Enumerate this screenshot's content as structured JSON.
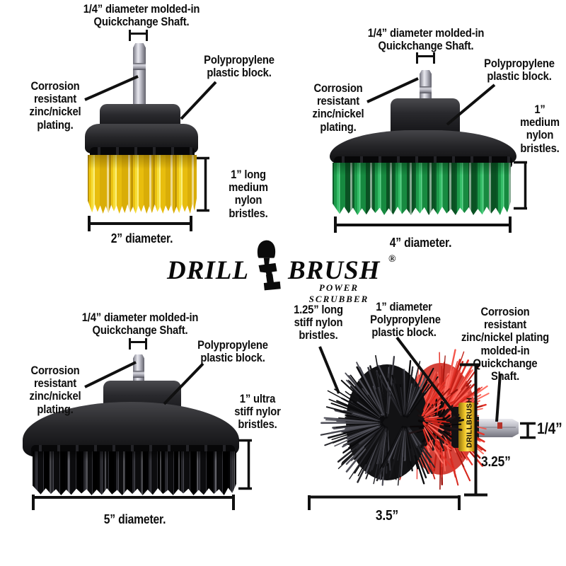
{
  "colors": {
    "background": "#ffffff",
    "text": "#0d0d0d",
    "line": "#101010",
    "yellow_bristles": "#f2ce1c",
    "green_bristles": "#23a351",
    "black_bristles": "#1c1c1f",
    "red_bristles": "#e32d24",
    "collar_yellow": "#f0c62c"
  },
  "logo": {
    "word1": "DRILL",
    "word2": "BRUSH",
    "registered_mark": "®",
    "tagline": "POWER SCRUBBER",
    "icon": "drill-with-brush-silhouette"
  },
  "brushes": {
    "top_left": {
      "labels": {
        "shaft": "1/4” diameter molded-in\nQuickchange Shaft.",
        "plating": "Corrosion\nresistant\nzinc/nickel\nplating.",
        "block": "Polypropylene\nplastic block.",
        "bristles": "1” long\nmedium\nnylon bristles.",
        "diameter": "2” diameter."
      }
    },
    "top_right": {
      "labels": {
        "shaft": "1/4” diameter molded-in\nQuickchange Shaft.",
        "plating": "Corrosion\nresistant\nzinc/nickel\nplating.",
        "block": "Polypropylene\nplastic block.",
        "bristles": "1”\nmedium\nnylon\nbristles.",
        "diameter": "4” diameter."
      }
    },
    "bottom_left": {
      "labels": {
        "shaft": "1/4” diameter molded-in\nQuickchange Shaft.",
        "plating": "Corrosion\nresistant\nzinc/nickel\nplating.",
        "block": "Polypropylene\nplastic block.",
        "bristles": "1” ultra\nstiff nylor\nbristles.",
        "diameter": "5” diameter."
      }
    },
    "bottom_right": {
      "labels": {
        "bristles": "1.25” long\nstiff nylon\nbristles.",
        "block": "1” diameter\nPolypropylene\nplastic block.",
        "shaft": "Corrosion resistant\nzinc/nickel plating\nmolded-in\nQuickchange\nShaft.",
        "shaft_diameter": "1/4”",
        "length": "3.25”",
        "width": "3.5”",
        "collar": "DRILLBRUSH"
      }
    }
  }
}
